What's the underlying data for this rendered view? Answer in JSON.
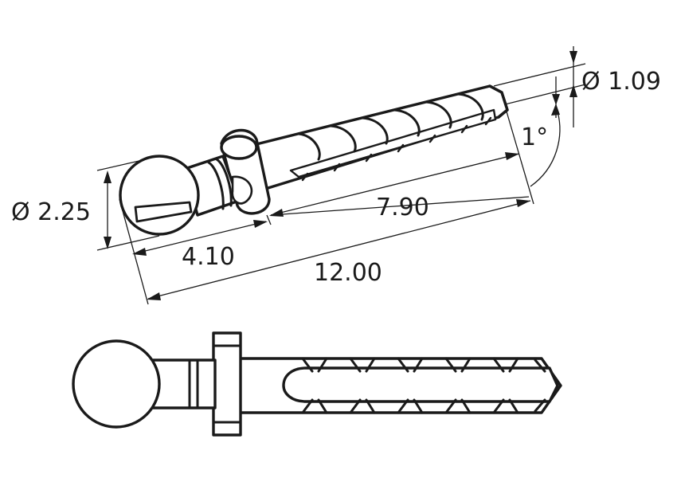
{
  "dimensions": {
    "ball_diameter": "Ø 2.25",
    "tip_diameter": "Ø 1.09",
    "head_length": "4.10",
    "shank_length": "7.90",
    "overall_length": "12.00",
    "tip_angle": "1°"
  }
}
